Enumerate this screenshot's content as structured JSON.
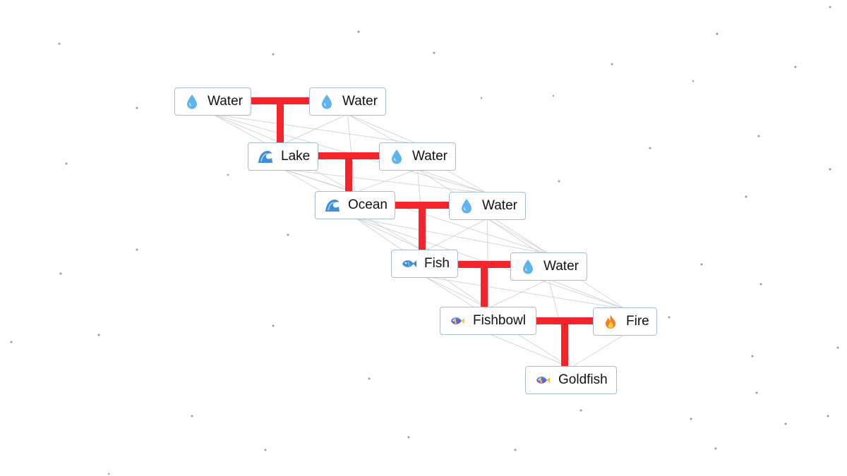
{
  "elements": [
    {
      "id": "water-1",
      "label": "Water",
      "icon": "water-drop-icon"
    },
    {
      "id": "water-2",
      "label": "Water",
      "icon": "water-drop-icon"
    },
    {
      "id": "lake",
      "label": "Lake",
      "icon": "wave-icon"
    },
    {
      "id": "water-3",
      "label": "Water",
      "icon": "water-drop-icon"
    },
    {
      "id": "ocean",
      "label": "Ocean",
      "icon": "wave-icon"
    },
    {
      "id": "water-4",
      "label": "Water",
      "icon": "water-drop-icon"
    },
    {
      "id": "fish",
      "label": "Fish",
      "icon": "fish-icon"
    },
    {
      "id": "water-5",
      "label": "Water",
      "icon": "water-drop-icon"
    },
    {
      "id": "fishbowl",
      "label": "Fishbowl",
      "icon": "tropical-fish-icon"
    },
    {
      "id": "fire",
      "label": "Fire",
      "icon": "fire-icon"
    },
    {
      "id": "goldfish",
      "label": "Goldfish",
      "icon": "tropical-fish-icon"
    }
  ],
  "combinations": [
    {
      "inputs": [
        "Water",
        "Water"
      ],
      "result": "Lake"
    },
    {
      "inputs": [
        "Lake",
        "Water"
      ],
      "result": "Ocean"
    },
    {
      "inputs": [
        "Ocean",
        "Water"
      ],
      "result": "Fish"
    },
    {
      "inputs": [
        "Fish",
        "Water"
      ],
      "result": "Fishbowl"
    },
    {
      "inputs": [
        "Fishbowl",
        "Fire"
      ],
      "result": "Goldfish"
    }
  ],
  "colors": {
    "connector": "#f4242d",
    "tile_border": "#a9bccd",
    "water_drop": "#5db4ee",
    "wave": "#3f8fd8",
    "fish": "#3c8fe0",
    "fire_outer": "#f4811f",
    "fire_inner": "#ffc83d"
  }
}
